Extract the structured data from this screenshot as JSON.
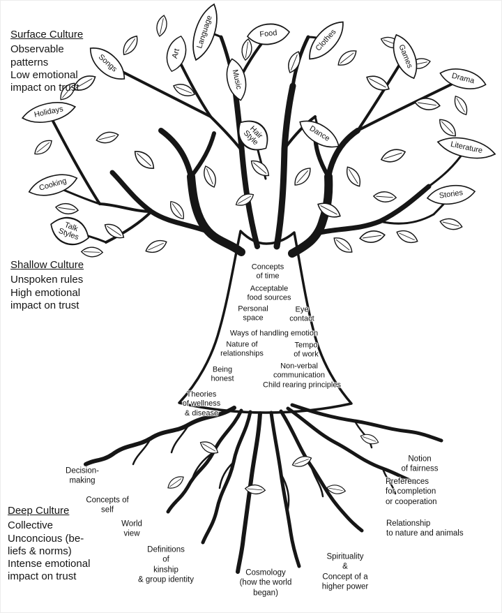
{
  "sections": {
    "surface": {
      "heading": "Surface Culture",
      "lines": [
        "Observable",
        "patterns",
        "Low emotional",
        "impact on trust"
      ]
    },
    "shallow": {
      "heading": "Shallow Culture",
      "lines": [
        "Unspoken rules",
        "High emotional",
        "impact on trust"
      ]
    },
    "deep": {
      "heading": "Deep Culture",
      "lines": [
        "Collective",
        "Unconcious (be-",
        "liefs & norms)",
        "Intense emotional",
        "impact on trust"
      ]
    }
  },
  "leaves": {
    "language": {
      "lines": [
        "Language"
      ]
    },
    "art": {
      "lines": [
        "Art"
      ]
    },
    "food": {
      "lines": [
        "Food"
      ]
    },
    "clothes": {
      "lines": [
        "Clothes"
      ]
    },
    "games": {
      "lines": [
        "Games"
      ]
    },
    "drama": {
      "lines": [
        "Drama"
      ]
    },
    "songs": {
      "lines": [
        "Songs"
      ]
    },
    "music": {
      "lines": [
        "Music"
      ]
    },
    "holidays": {
      "lines": [
        "Holidays"
      ]
    },
    "hair_style": {
      "lines": [
        "Hair",
        "Style"
      ]
    },
    "dance": {
      "lines": [
        "Dance"
      ]
    },
    "literature": {
      "lines": [
        "Literature"
      ]
    },
    "cooking": {
      "lines": [
        "Cooking"
      ]
    },
    "stories": {
      "lines": [
        "Stories"
      ]
    },
    "talk_styles": {
      "lines": [
        "Talk",
        "Styles"
      ]
    }
  },
  "shallow_items": {
    "concepts_of_time": {
      "lines": [
        "Concepts",
        "of time"
      ]
    },
    "acceptable_food_sources": {
      "lines": [
        "Acceptable",
        "food sources"
      ]
    },
    "personal_space": {
      "lines": [
        "Personal",
        "space"
      ]
    },
    "eye_contact": {
      "lines": [
        "Eye",
        "contact"
      ]
    },
    "ways_of_handling_emotion": {
      "lines": [
        "Ways of handling emotion"
      ]
    },
    "nature_of_relationships": {
      "lines": [
        "Nature of",
        "relationships"
      ]
    },
    "tempo_of_work": {
      "lines": [
        "Tempo",
        "of work"
      ]
    },
    "being_honest": {
      "lines": [
        "Being",
        "honest"
      ]
    },
    "nonverbal_communication": {
      "lines": [
        "Non-verbal",
        "communication"
      ]
    },
    "child_rearing_principles": {
      "lines": [
        "Child rearing principles"
      ]
    },
    "theories_of_wellness": {
      "lines": [
        "Theories",
        "of wellness",
        "& disease"
      ]
    }
  },
  "deep_items": {
    "decision_making": {
      "lines": [
        "Decision-",
        "making"
      ]
    },
    "concepts_of_self": {
      "lines": [
        "Concepts of",
        "self"
      ]
    },
    "world_view": {
      "lines": [
        "World",
        "view"
      ]
    },
    "definitions_of_kinship": {
      "lines": [
        "Definitions",
        "of",
        "kinship",
        "& group identity"
      ]
    },
    "cosmology": {
      "lines": [
        "Cosmology",
        "(how the world",
        "began)"
      ]
    },
    "spirituality": {
      "lines": [
        "Spirituality",
        "&",
        "Concept of a",
        "higher power"
      ]
    },
    "relationship_to_nature": {
      "lines": [
        "Relationship",
        "to nature and animals"
      ]
    },
    "preferences_completion": {
      "lines": [
        "Preferences",
        "for completion",
        "or cooperation"
      ]
    },
    "notion_of_fairness": {
      "lines": [
        "Notion",
        "of fairness"
      ]
    }
  },
  "colors": {
    "ink": "#161616",
    "background": "#ffffff"
  }
}
